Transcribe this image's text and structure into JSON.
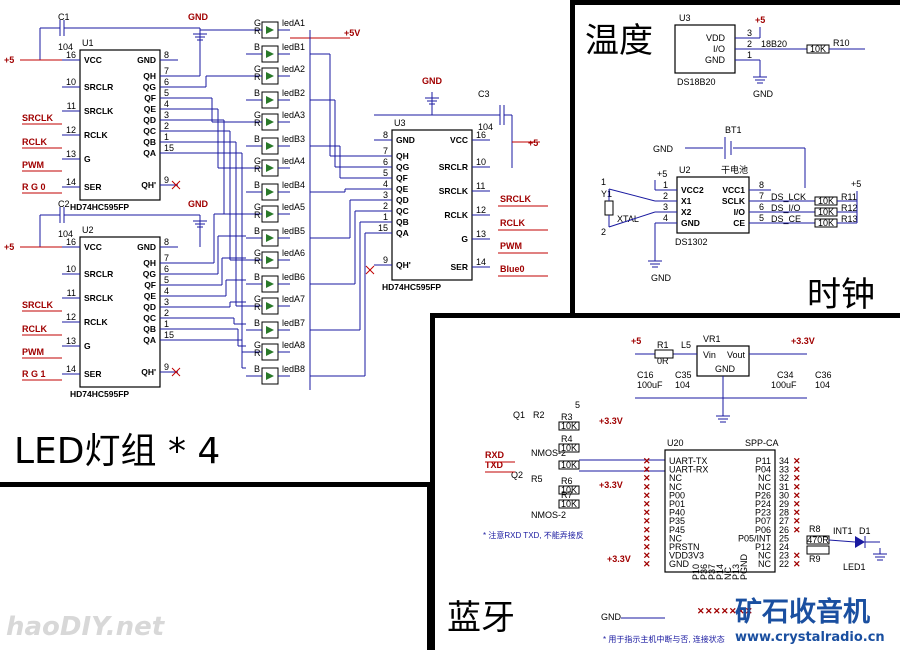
{
  "labels": {
    "led": "LED灯组 * 4",
    "temp": "温度",
    "clock": "时钟",
    "bt": "蓝牙"
  },
  "led_section": {
    "u1": {
      "ref": "U1",
      "part": "HD74HC595FP",
      "cap": "C1",
      "cap_val": "104",
      "left_pins": [
        [
          "16",
          "VCC"
        ],
        [
          "10",
          "SRCLR"
        ],
        [
          "11",
          "SRCLK"
        ],
        [
          "12",
          "RCLK"
        ],
        [
          "13",
          "G"
        ],
        [
          "14",
          "SER"
        ]
      ],
      "right_pins": [
        [
          "8",
          "GND"
        ],
        [
          "7",
          "QH"
        ],
        [
          "6",
          "QG"
        ],
        [
          "5",
          "QF"
        ],
        [
          "4",
          "QE"
        ],
        [
          "3",
          "QD"
        ],
        [
          "2",
          "QC"
        ],
        [
          "1",
          "QB"
        ],
        [
          "15",
          "QA"
        ],
        [
          "9",
          "QH'"
        ]
      ],
      "nets": [
        "SRCLK",
        "RCLK",
        "PWM",
        "R G 0"
      ]
    },
    "u2": {
      "ref": "U2",
      "part": "HD74HC595FP",
      "cap": "C2",
      "cap_val": "104",
      "nets": [
        "SRCLK",
        "RCLK",
        "PWM",
        "R G 1"
      ]
    },
    "u3": {
      "ref": "U3",
      "part": "HD74HC595FP",
      "cap": "C3",
      "cap_val": "104",
      "left_pins": [
        [
          "8",
          "GND"
        ],
        [
          "7",
          "QH"
        ],
        [
          "6",
          "QG"
        ],
        [
          "5",
          "QF"
        ],
        [
          "4",
          "QE"
        ],
        [
          "3",
          "QD"
        ],
        [
          "2",
          "QC"
        ],
        [
          "1",
          "QB"
        ],
        [
          "15",
          "QA"
        ],
        [
          "9",
          "QH'"
        ]
      ],
      "right_pins": [
        [
          "16",
          "VCC"
        ],
        [
          "10",
          "SRCLR"
        ],
        [
          "11",
          "SRCLK"
        ],
        [
          "12",
          "RCLK"
        ],
        [
          "13",
          "G"
        ],
        [
          "14",
          "SER"
        ]
      ],
      "nets": [
        "SRCLK",
        "RCLK",
        "PWM",
        "Blue0"
      ]
    },
    "leds": [
      "ledA1",
      "ledB1",
      "ledA2",
      "ledB2",
      "ledA3",
      "ledB3",
      "ledA4",
      "ledB4",
      "ledA5",
      "ledB5",
      "ledA6",
      "ledB6",
      "ledA7",
      "ledB7",
      "ledA8",
      "ledB8"
    ],
    "gnd": "GND",
    "vcc5": "+5",
    "vcc5v": "+5V",
    "pin_gbr": [
      "G",
      "R",
      "B"
    ]
  },
  "temp_section": {
    "ref": "U3",
    "part": "DS18B20",
    "pins": [
      [
        "3",
        "VDD"
      ],
      [
        "2",
        "I/O"
      ],
      [
        "1",
        "GND"
      ]
    ],
    "net": "18B20",
    "res": "R10",
    "res_val": "10K",
    "vcc": "+5",
    "gnd": "GND"
  },
  "clock_section": {
    "ref": "U2",
    "part": "DS1302",
    "battery": "BT1",
    "battery_name": "干电池",
    "crystal": "Y1",
    "crystal_name": "XTAL",
    "left_pins": [
      [
        "1",
        "VCC2"
      ],
      [
        "2",
        "X1"
      ],
      [
        "3",
        "X2"
      ],
      [
        "4",
        "GND"
      ]
    ],
    "right_pins": [
      [
        "8",
        "VCC1"
      ],
      [
        "7",
        "SCLK"
      ],
      [
        "6",
        "I/O"
      ],
      [
        "5",
        "CE"
      ]
    ],
    "nets": [
      "DS_LCK",
      "DS_I/O",
      "DS_CE"
    ],
    "res": [
      "R11",
      "R12",
      "R13"
    ],
    "res_val": "10K",
    "vcc": "+5",
    "gnd": "GND"
  },
  "bt_section": {
    "ref": "U20",
    "part": "SPP-CA",
    "reg": "VR1",
    "reg_in": "Vin",
    "reg_out": "Vout",
    "reg_gnd": "GND",
    "r1": "R1",
    "r1_val": "0R",
    "l5": "L5",
    "c16": "C16",
    "c16_val": "100uF",
    "c35": "C35",
    "c35_val": "104",
    "c34": "C34",
    "c34_val": "100uF",
    "c36": "C36",
    "c36_val": "104",
    "vcc5": "+5",
    "vcc33": "+3.3V",
    "q1": "Q1",
    "q2": "Q2",
    "nmos": "NMOS-2",
    "r2": "R2",
    "r3": "R3",
    "r4": "R4",
    "r5": "R5",
    "r6": "R6",
    "r7": "R7",
    "r_val": "10K",
    "rxd": "RXD",
    "txd": "TXD",
    "net5": "5",
    "left_pins": [
      "UART-TX",
      "UART-RX",
      "NC",
      "NC",
      "P00",
      "P01",
      "P40",
      "P35",
      "P45",
      "NC",
      "PRSTN",
      "VDD3V3",
      "GND"
    ],
    "right_pins": [
      "P11",
      "P04",
      "NC",
      "NC",
      "P26",
      "P24",
      "P23",
      "P07",
      "P06",
      "P05/INT",
      "P12",
      "NC",
      "NC"
    ],
    "bottom_pins": [
      "P10",
      "P36",
      "P37",
      "P14",
      "NC",
      "P13",
      "PGND"
    ],
    "right_nums": [
      "34",
      "33",
      "32",
      "31",
      "30",
      "29",
      "28",
      "27",
      "26",
      "25",
      "24",
      "23",
      "22"
    ],
    "r8": "R8",
    "r8_val": "470R",
    "r9": "R9",
    "int1": "INT1",
    "d1": "D1",
    "led1": "LED1",
    "note1": "* 注意RXD TXD, 不能弄接反",
    "note2": "* 用于指示主机中断与否, 连接状态"
  },
  "watermarks": {
    "left": "haoDIY.net",
    "right_top": "矿石收音机",
    "right_url": "www.crystalradio.cn"
  }
}
